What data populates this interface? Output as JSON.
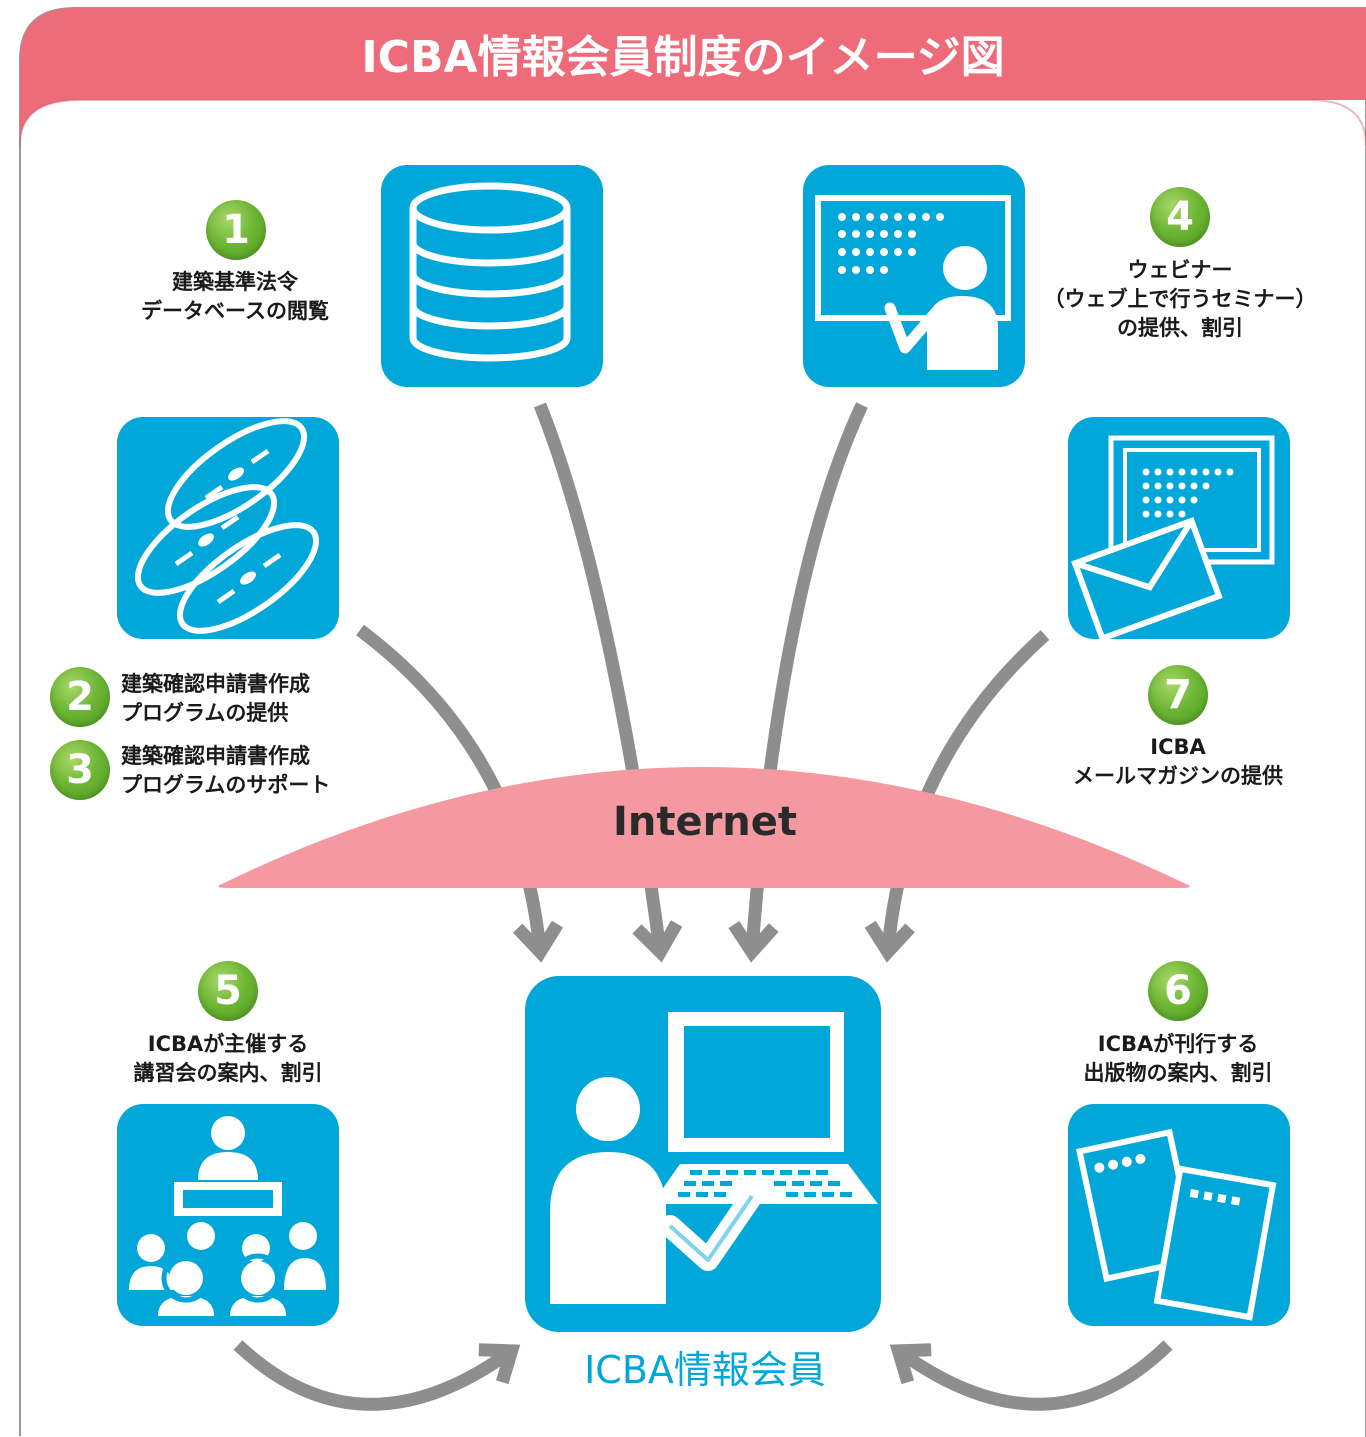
{
  "title": "ICBA情報会員制度のイメージ図",
  "colors": {
    "header": "#ee6b7a",
    "icon_tile": "#00a7d8",
    "arrow": "#8e8e8e",
    "internet": "#f3999f",
    "badge": "#6fb635",
    "member_text": "#00a7d8"
  },
  "services": [
    {
      "number": "1",
      "lines": [
        "建築基準法令",
        "データベースの閲覧"
      ],
      "icon": "database-icon"
    },
    {
      "number": "2",
      "lines": [
        "建築確認申請書作成",
        "プログラムの提供"
      ],
      "icon": "cd-discs-icon"
    },
    {
      "number": "3",
      "lines": [
        "建築確認申請書作成",
        "プログラムのサポート"
      ],
      "icon": "cd-discs-icon"
    },
    {
      "number": "4",
      "lines": [
        "ウェビナー",
        "（ウェブ上で行うセミナー）",
        "の提供、割引"
      ],
      "icon": "webinar-presenter-icon"
    },
    {
      "number": "5",
      "lines": [
        "ICBAが主催する",
        "講習会の案内、割引"
      ],
      "icon": "lecture-audience-icon"
    },
    {
      "number": "6",
      "lines": [
        "ICBAが刊行する",
        "出版物の案内、割引"
      ],
      "icon": "publications-icon"
    },
    {
      "number": "7",
      "lines": [
        "ICBA",
        "メールマガジンの提供"
      ],
      "icon": "mail-magazine-icon"
    }
  ],
  "internet_label": "Internet",
  "member_label": "ICBA情報会員",
  "member_icon": "member-computer-icon"
}
